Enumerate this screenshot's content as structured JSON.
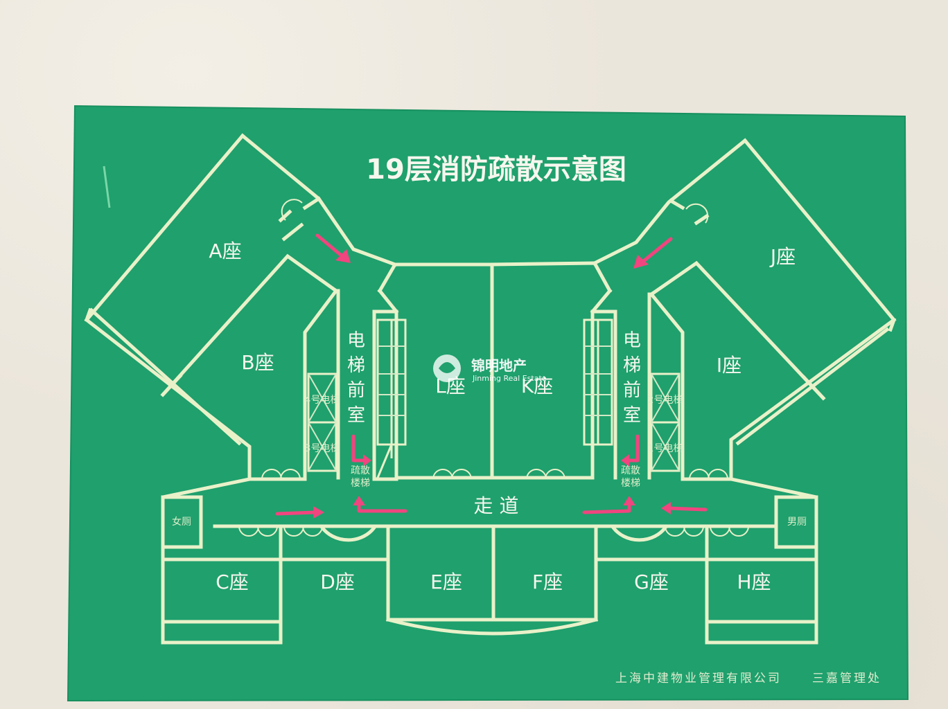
{
  "sign": {
    "title": "19层消防疏散示意图",
    "footer_left": "上海中建物业管理有限公司",
    "footer_right": "三嘉管理处",
    "background_color": "#1fa06d",
    "line_color": "#e9f1c9",
    "arrow_color": "#f0457f"
  },
  "zones": {
    "a": "A座",
    "b": "B座",
    "c": "C座",
    "d": "D座",
    "e": "E座",
    "f": "F座",
    "g": "G座",
    "h": "H座",
    "i": "I座",
    "j": "J座",
    "k": "K座",
    "l": "L座"
  },
  "corridor": "走 道",
  "elevator_lobby": [
    "电",
    "梯",
    "前",
    "室"
  ],
  "elevators": {
    "e4": "4号电梯",
    "e3": "3号电梯",
    "e2": "2号电梯",
    "e1": "1号电梯"
  },
  "stairs": [
    "疏散",
    "楼梯"
  ],
  "restrooms": {
    "female": "女厕",
    "male": "男厕"
  },
  "watermark": {
    "cn": "锦明地产",
    "en": "Jinming Real Estate"
  }
}
